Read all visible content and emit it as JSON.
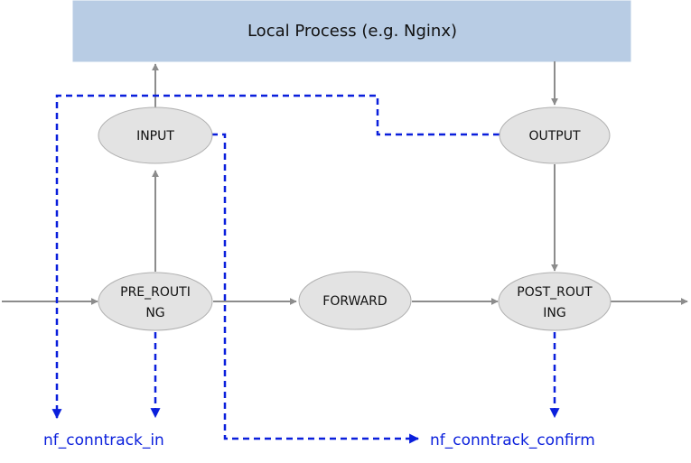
{
  "local_process": {
    "label": "Local Process (e.g. Nginx)"
  },
  "nodes": {
    "input": "INPUT",
    "output": "OUTPUT",
    "pre_routing_line1": "PRE_ROUTI",
    "pre_routing_line2": "NG",
    "forward": "FORWARD",
    "post_routing_line1": "POST_ROUT",
    "post_routing_line2": "ING"
  },
  "hooks": {
    "conntrack_in": "nf_conntrack_in",
    "conntrack_confirm": "nf_conntrack_confirm"
  },
  "colors": {
    "process_fill": "#b8cce4",
    "node_fill": "#e3e3e3",
    "flow_line": "#8c8c8c",
    "conntrack_path": "#0a1fdc"
  }
}
